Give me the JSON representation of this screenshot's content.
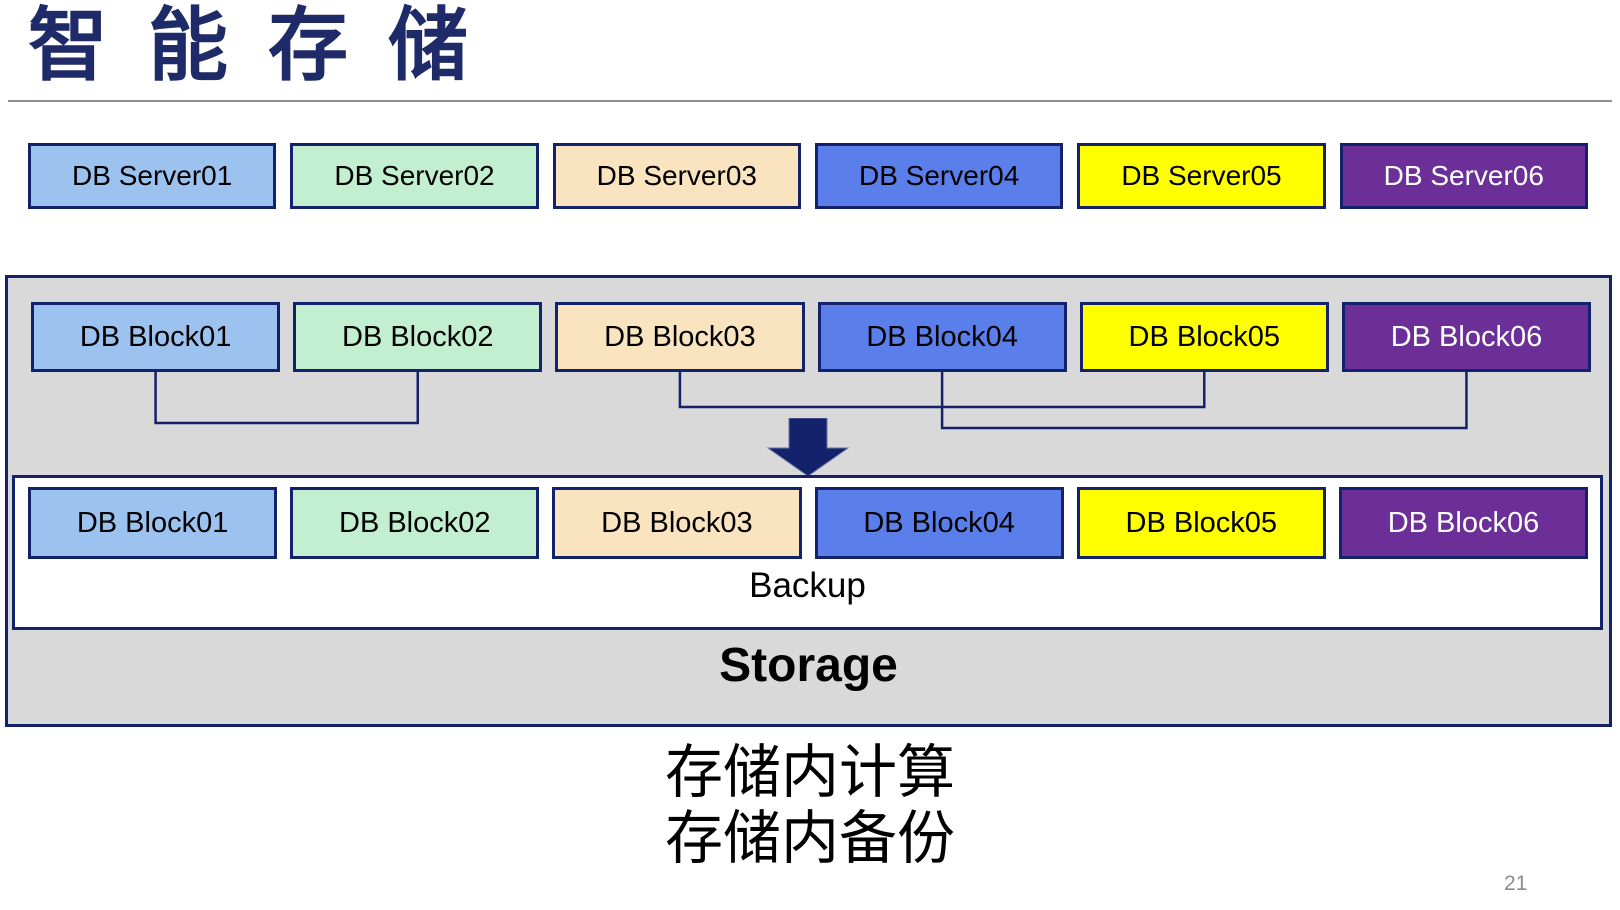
{
  "slide": {
    "title": "智能存储",
    "backup_label": "Backup",
    "storage_label": "Storage",
    "caption": {
      "line1": "存储内计算",
      "line2": "存储内备份"
    },
    "page_number": "21"
  },
  "colors": {
    "title": "#1F2A68",
    "navy": "#14216B",
    "underline": "#8F8F8F",
    "container_fill": "#D9D9D9",
    "backup_fill": "#FFFFFF",
    "page_number": "#8C8C8C"
  },
  "servers": [
    {
      "label": "DB Server01",
      "fill": "#9CC2F0",
      "text_color": "#000000"
    },
    {
      "label": "DB Server02",
      "fill": "#C3EFD1",
      "text_color": "#000000"
    },
    {
      "label": "DB Server03",
      "fill": "#FAE4BF",
      "text_color": "#000000"
    },
    {
      "label": "DB Server04",
      "fill": "#5A7EEA",
      "text_color": "#000000"
    },
    {
      "label": "DB Server05",
      "fill": "#FFFF00",
      "text_color": "#000000"
    },
    {
      "label": "DB Server06",
      "fill": "#6B2F97",
      "text_color": "#FFFFFF"
    }
  ],
  "blocks_row1": [
    {
      "label": "DB Block01",
      "fill": "#9CC2F0",
      "text_color": "#000000"
    },
    {
      "label": "DB Block02",
      "fill": "#C3EFD1",
      "text_color": "#000000"
    },
    {
      "label": "DB Block03",
      "fill": "#FAE4BF",
      "text_color": "#000000"
    },
    {
      "label": "DB Block04",
      "fill": "#5A7EEA",
      "text_color": "#000000"
    },
    {
      "label": "DB Block05",
      "fill": "#FFFF00",
      "text_color": "#000000"
    },
    {
      "label": "DB Block06",
      "fill": "#6B2F97",
      "text_color": "#FFFFFF"
    }
  ],
  "blocks_row2": [
    {
      "label": "DB Block01",
      "fill": "#9CC2F0",
      "text_color": "#000000"
    },
    {
      "label": "DB Block02",
      "fill": "#C3EFD1",
      "text_color": "#000000"
    },
    {
      "label": "DB Block03",
      "fill": "#FAE4BF",
      "text_color": "#000000"
    },
    {
      "label": "DB Block04",
      "fill": "#5A7EEA",
      "text_color": "#000000"
    },
    {
      "label": "DB Block05",
      "fill": "#FFFF00",
      "text_color": "#000000"
    },
    {
      "label": "DB Block06",
      "fill": "#6B2F97",
      "text_color": "#FFFFFF"
    }
  ],
  "connectors": [
    {
      "from": 0,
      "to": 1,
      "drop": 145
    },
    {
      "from": 2,
      "to": 4,
      "drop": 129
    },
    {
      "from": 3,
      "to": 5,
      "drop": 150
    }
  ]
}
